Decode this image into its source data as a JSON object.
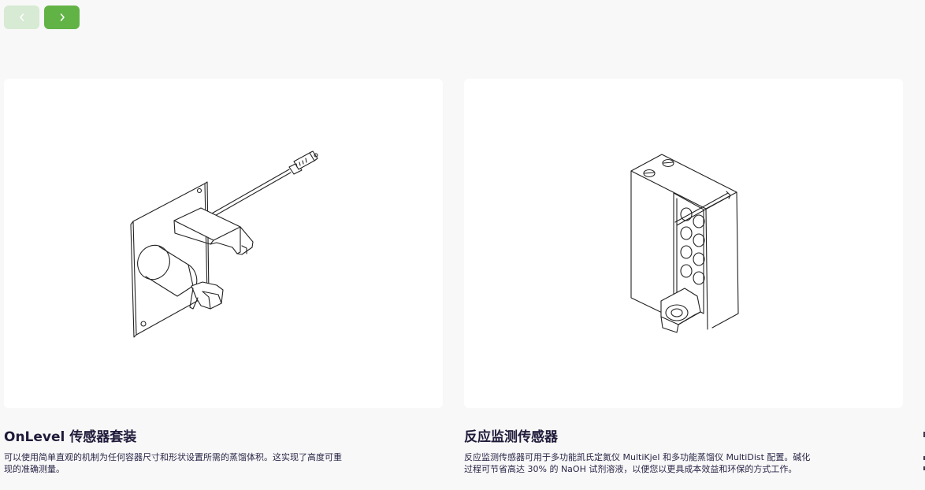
{
  "carousel": {
    "prev_icon": "chevron-left-icon",
    "next_icon": "chevron-right-icon",
    "prev_color": "#d7ead3",
    "next_color": "#62b346"
  },
  "cards": [
    {
      "title": "OnLevel 传感器套装",
      "description": "可以使用简单直观的机制为任何容器尺寸和形状设置所需的蒸馏体积。这实现了高度可重现的准确测量。"
    },
    {
      "title": "反应监测传感器",
      "description": "反应监测传感器可用于多功能凯氏定氮仪 MultiKjel 和多功能蒸馏仪 MultiDist 配置。碱化过程可节省高达 30% 的 NaOH 试剂溶液，以便您以更具成本效益和环保的方式工作。"
    }
  ]
}
